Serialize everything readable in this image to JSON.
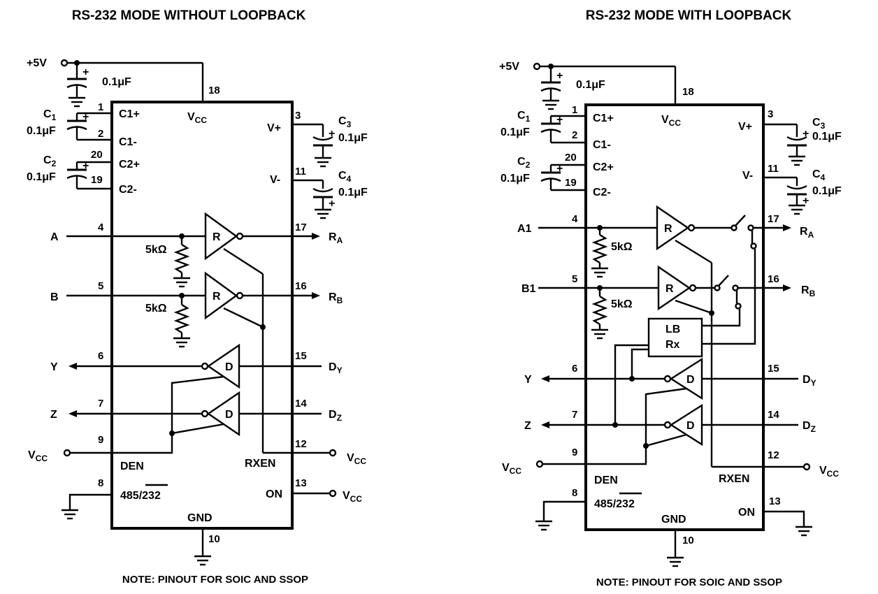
{
  "left": {
    "title": "RS-232 MODE WITHOUT LOOPBACK",
    "note": "NOTE: PINOUT FOR SOIC AND SSOP",
    "supply": "+5V",
    "cap_value": "0.1μF",
    "c1": "C",
    "c1_sub": "1",
    "c2": "C",
    "c2_sub": "2",
    "c3": "C",
    "c3_sub": "3",
    "c4": "C",
    "c4_sub": "4",
    "pins": {
      "p1": "1",
      "p2": "2",
      "p3": "3",
      "p4": "4",
      "p5": "5",
      "p6": "6",
      "p7": "7",
      "p8": "8",
      "p9": "9",
      "p10": "10",
      "p11": "11",
      "p12": "12",
      "p13": "13",
      "p14": "14",
      "p15": "15",
      "p16": "16",
      "p17": "17",
      "p18": "18",
      "p19": "19",
      "p20": "20"
    },
    "ic_labels": {
      "c1p": "C1+",
      "c1m": "C1-",
      "c2p": "C2+",
      "c2m": "C2-",
      "vcc": "V",
      "vcc_sub": "CC",
      "vplus": "V+",
      "vminus": "V-",
      "den": "DEN",
      "rxen": "RXEN",
      "sel": "485/",
      "sel_bar": "232",
      "on": "ON",
      "gnd": "GND",
      "r": "R",
      "d": "D"
    },
    "signals": {
      "a": "A",
      "b": "B",
      "y": "Y",
      "z": "Z",
      "ra": "R",
      "ra_sub": "A",
      "rb": "R",
      "rb_sub": "B",
      "dy": "D",
      "dy_sub": "Y",
      "dz": "D",
      "dz_sub": "Z",
      "vcc": "V",
      "vcc_sub": "CC",
      "res": "5kΩ"
    }
  },
  "right": {
    "title": "RS-232 MODE WITH LOOPBACK",
    "note": "NOTE: PINOUT FOR SOIC AND SSOP",
    "supply": "+5V",
    "cap_value": "0.1μF",
    "c1": "C",
    "c1_sub": "1",
    "c2": "C",
    "c2_sub": "2",
    "c3": "C",
    "c3_sub": "3",
    "c4": "C",
    "c4_sub": "4",
    "pins": {
      "p1": "1",
      "p2": "2",
      "p3": "3",
      "p4": "4",
      "p5": "5",
      "p6": "6",
      "p7": "7",
      "p8": "8",
      "p9": "9",
      "p10": "10",
      "p11": "11",
      "p12": "12",
      "p13": "13",
      "p14": "14",
      "p15": "15",
      "p16": "16",
      "p17": "17",
      "p18": "18",
      "p19": "19",
      "p20": "20"
    },
    "ic_labels": {
      "c1p": "C1+",
      "c1m": "C1-",
      "c2p": "C2+",
      "c2m": "C2-",
      "vcc": "V",
      "vcc_sub": "CC",
      "vplus": "V+",
      "vminus": "V-",
      "den": "DEN",
      "rxen": "RXEN",
      "sel": "485/",
      "sel_bar": "232",
      "on": "ON",
      "gnd": "GND",
      "r": "R",
      "d": "D",
      "lb": "LB",
      "rx": "Rx"
    },
    "signals": {
      "a": "A1",
      "b": "B1",
      "y": "Y",
      "z": "Z",
      "ra": "R",
      "ra_sub": "A",
      "rb": "R",
      "rb_sub": "B",
      "dy": "D",
      "dy_sub": "Y",
      "dz": "D",
      "dz_sub": "Z",
      "vcc": "V",
      "vcc_sub": "CC",
      "res": "5kΩ"
    }
  }
}
